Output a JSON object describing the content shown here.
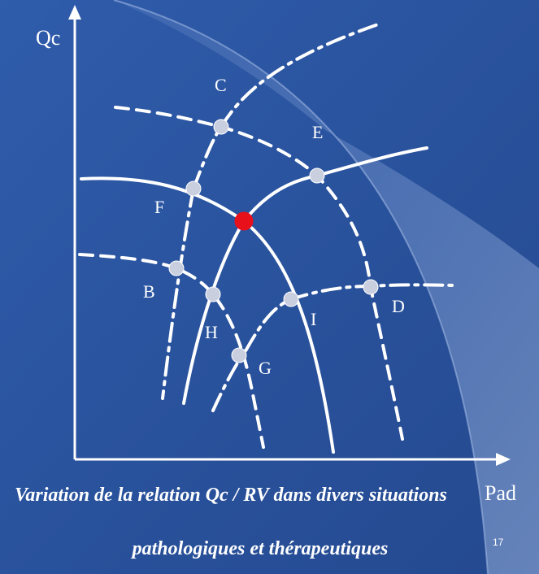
{
  "colors": {
    "background": "#2a56a3",
    "line": "#ffffff",
    "point": "#c9cfdf",
    "highlight_point": "#e8101a"
  },
  "axes": {
    "y_label": "Qc",
    "x_label": "Pad"
  },
  "points": {
    "C": "C",
    "E": "E",
    "F": "F",
    "B": "B",
    "H": "H",
    "G": "G",
    "I": "I",
    "D": "D"
  },
  "caption": {
    "line1": "Variation de la relation Qc / RV dans divers situations",
    "line2": "pathologiques et thérapeutiques"
  },
  "slide_number": "17"
}
